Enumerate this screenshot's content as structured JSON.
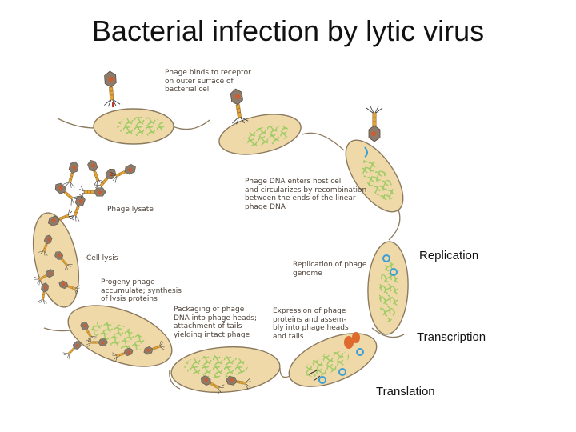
{
  "title": "Bacterial infection by lytic virus",
  "stages": {
    "binding": "Phage binds to receptor\non outer surface of\nbacterial cell",
    "dna_entry": "Phage DNA enters host cell\nand circularizes by recombination\nbetween the ends of the linear\nphage DNA",
    "replication": "Replication of phage\ngenome",
    "expression": "Expression of phage\nproteins and assem-\nbly into phage heads\nand tails",
    "packaging": "Packaging of phage\nDNA into phage heads;\nattachment of tails\nyielding intact phage",
    "progeny": "Progeny phage\naccumulate; synthesis\nof lysis proteins",
    "cell_lysis": "Cell lysis",
    "phage_lysate": "Phage lysate"
  },
  "side_labels": {
    "replication": "Replication",
    "transcription": "Transcription",
    "translation": "Translation"
  },
  "colors": {
    "cell_fill": "#efd9a9",
    "cell_stroke": "#8b7a5e",
    "dna": "#a8cf6e",
    "phage_head": "#8c7b6b",
    "phage_head_accent": "#d45a2c",
    "phage_tail": "#e1a53a",
    "phage_dna_circle": "#3a9fd6",
    "protein": "#de6a2e"
  }
}
